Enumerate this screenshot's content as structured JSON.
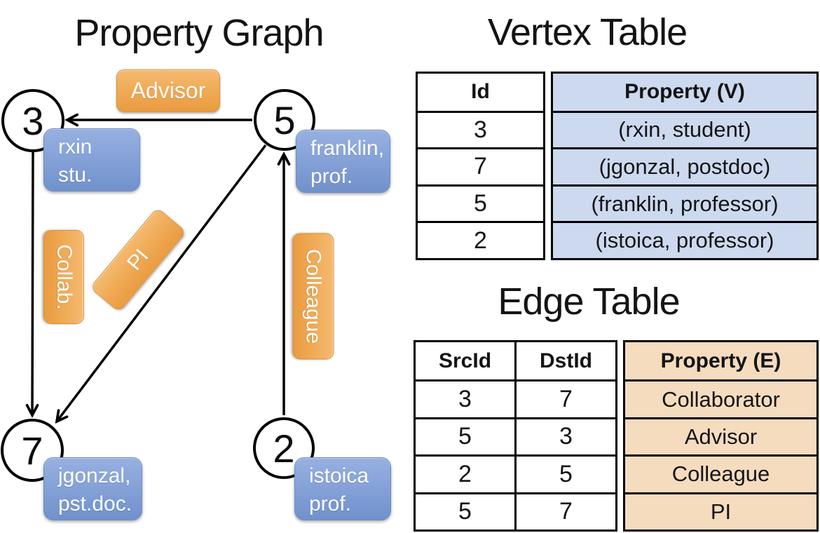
{
  "titles": {
    "graph": "Property Graph",
    "vertex_table": "Vertex Table",
    "edge_table": "Edge Table"
  },
  "graph": {
    "nodes": [
      {
        "id": "3",
        "property": {
          "line1": "rxin",
          "line2": "stu."
        }
      },
      {
        "id": "5",
        "property": {
          "line1": "franklin,",
          "line2": "prof."
        }
      },
      {
        "id": "7",
        "property": {
          "line1": "jgonzal,",
          "line2": "pst.doc."
        }
      },
      {
        "id": "2",
        "property": {
          "line1": "istoica",
          "line2": "prof."
        }
      }
    ],
    "edges": [
      {
        "from": "5",
        "to": "3",
        "label": "Advisor"
      },
      {
        "from": "3",
        "to": "7",
        "label": "Collab."
      },
      {
        "from": "5",
        "to": "7",
        "label": "PI"
      },
      {
        "from": "2",
        "to": "5",
        "label": "Colleague"
      }
    ],
    "edge_labels": {
      "advisor": "Advisor",
      "collab": "Collab.",
      "pi": "PI",
      "colleague": "Colleague"
    }
  },
  "vertex_table": {
    "headers": {
      "id": "Id",
      "property": "Property (V)"
    },
    "rows": [
      {
        "id": "3",
        "property": "(rxin, student)"
      },
      {
        "id": "7",
        "property": "(jgonzal, postdoc)"
      },
      {
        "id": "5",
        "property": "(franklin, professor)"
      },
      {
        "id": "2",
        "property": "(istoica, professor)"
      }
    ]
  },
  "edge_table": {
    "headers": {
      "src": "SrcId",
      "dst": "DstId",
      "property": "Property (E)"
    },
    "rows": [
      {
        "src": "3",
        "dst": "7",
        "property": "Collaborator"
      },
      {
        "src": "5",
        "dst": "3",
        "property": "Advisor"
      },
      {
        "src": "2",
        "dst": "5",
        "property": "Colleague"
      },
      {
        "src": "5",
        "dst": "7",
        "property": "PI"
      }
    ]
  },
  "colors": {
    "edge_label_orange": "#efa953",
    "vertex_box_blue": "#84a1d7",
    "vertex_property_fill": "#cdd9ef",
    "edge_property_fill": "#f6dcbe",
    "line_black": "#000000"
  }
}
